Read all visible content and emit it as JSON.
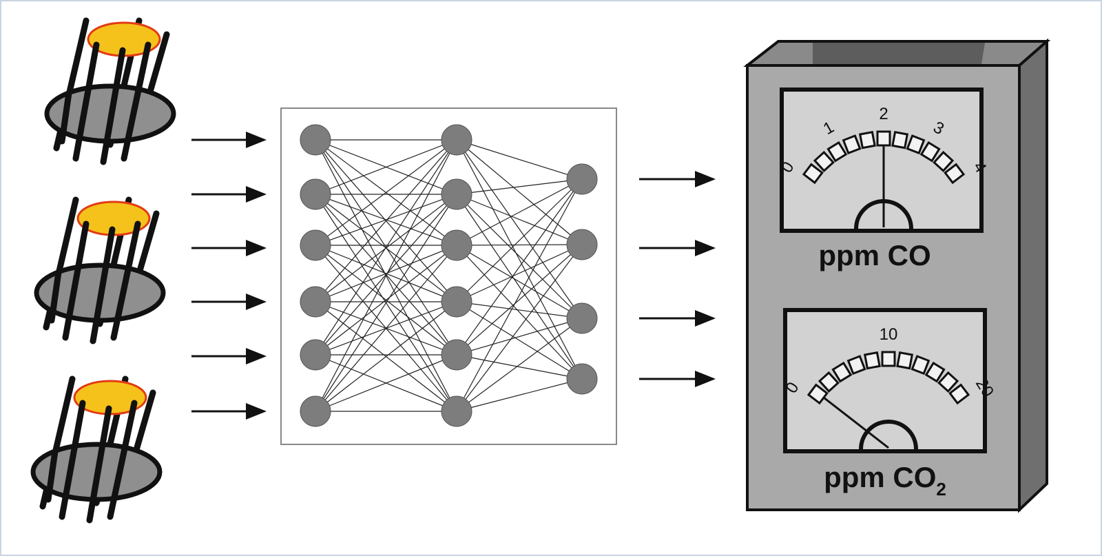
{
  "diagram": {
    "sensor_count": 3,
    "input_arrow_count": 6,
    "network": {
      "layers": [
        6,
        6,
        4
      ]
    },
    "output_arrow_count": 4,
    "meters": [
      {
        "label": "ppm CO",
        "ticks": [
          "0",
          "1",
          "2",
          "3",
          "4"
        ],
        "needle_value": 2,
        "max": 4
      },
      {
        "label": "ppm CO",
        "subscript": "2",
        "ticks": [
          "0",
          "10",
          "20"
        ],
        "needle_value": 1,
        "max": 20
      }
    ]
  },
  "colors": {
    "sensor_top": "#f5c21b",
    "sensor_top_edge": "#e23b14",
    "sensor_disk": "#8f8f8f",
    "node": "#7d7d7d",
    "meter_body": "#a9a9a9",
    "dial_face": "#d2d2d2"
  }
}
